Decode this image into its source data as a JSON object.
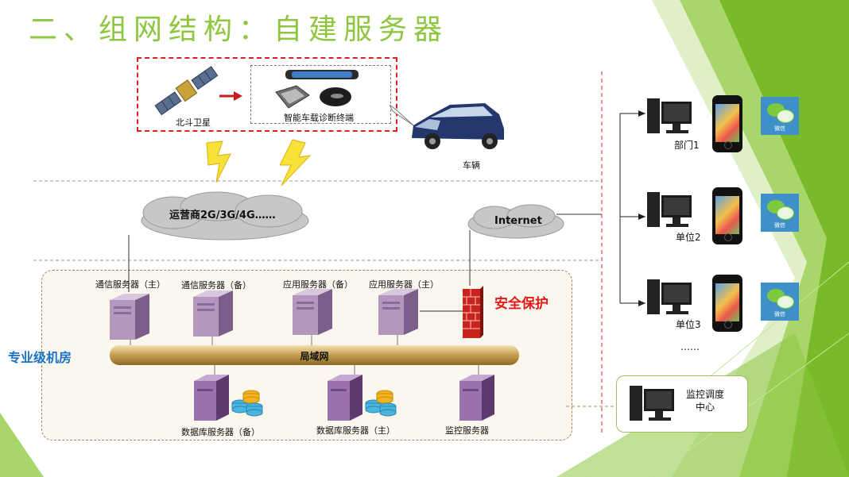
{
  "title": "二、组网结构：自建服务器",
  "top_panel": {
    "satellite_label": "北斗卫星",
    "terminal_label": "智能车载诊断终端",
    "vehicle_label": "车辆"
  },
  "network": {
    "carrier_cloud": "运营商2G/3G/4G……",
    "internet_cloud": "Internet"
  },
  "server_room": {
    "label": "专业级机房",
    "lan_label": "局域网",
    "security_label": "安全保护",
    "servers_top": [
      "通信服务器（主）",
      "通信服务器（备）",
      "应用服务器（备）",
      "应用服务器（主）"
    ],
    "servers_bottom": [
      "数据库服务器（备）",
      "数据库服务器（主）",
      "监控服务器"
    ]
  },
  "clients": {
    "items": [
      "部门1",
      "单位2",
      "单位3"
    ],
    "more": "……",
    "wechat_label": "微信"
  },
  "monitor_center": {
    "label_line1": "监控调度",
    "label_line2": "中心"
  },
  "colors": {
    "title": "#8ec63f",
    "dashed_box": "#e02020",
    "security": "#e01a1a",
    "room_label": "#1a73c8",
    "decor_green": "#7ab929"
  }
}
